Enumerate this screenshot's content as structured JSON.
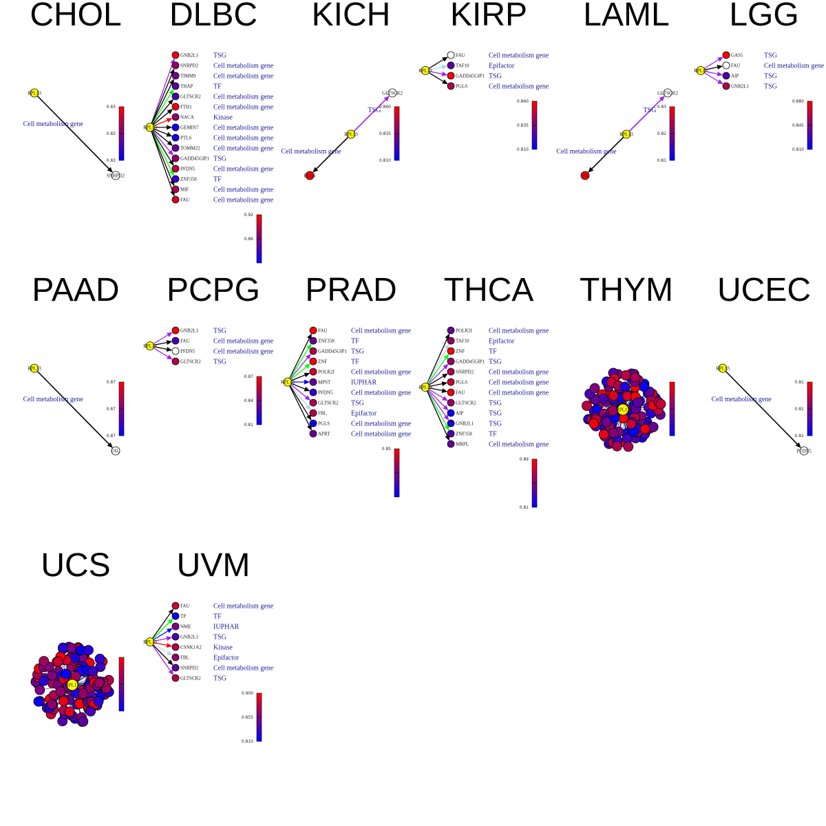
{
  "center_gene": "RPL13",
  "edge_colors": {
    "Cell metabolism gene": "#000000",
    "TSG": "#a020f0",
    "TF": "#00ff00",
    "Epifactor": "#add8e6",
    "Kinase": "#ff0000",
    "IUPHAR": "#0000ff"
  },
  "label_color": "#1a1a9a",
  "center_color": "#ffff00",
  "panels": [
    {
      "title": "CHOL",
      "ticks": [
        "0.83",
        "0.83",
        "0.83"
      ],
      "nodes": [
        {
          "label": "SNRPD2",
          "v": null,
          "type": "Cell metabolism gene"
        }
      ]
    },
    {
      "title": "DLBC",
      "ticks": [
        "0.92",
        "0.86",
        ""
      ],
      "nodes": [
        {
          "label": "GNB2L1",
          "v": 0.95,
          "type": "TSG"
        },
        {
          "label": "SNRPD2",
          "v": 0.6,
          "type": "Cell metabolism gene"
        },
        {
          "label": "TIMM9",
          "v": 0.45,
          "type": "Cell metabolism gene"
        },
        {
          "label": "THAP",
          "v": 0.35,
          "type": "TF"
        },
        {
          "label": "GLTSCR2",
          "v": 0.3,
          "type": "Cell metabolism gene"
        },
        {
          "label": "FTH1",
          "v": 0.95,
          "type": "Cell metabolism gene"
        },
        {
          "label": "NACA",
          "v": 0.6,
          "type": "Kinase"
        },
        {
          "label": "GEMIN7",
          "v": 0.05,
          "type": "Cell metabolism gene"
        },
        {
          "label": "PTLS",
          "v": 0.1,
          "type": "Cell metabolism gene"
        },
        {
          "label": "TOMM22",
          "v": 0.4,
          "type": "Cell metabolism gene"
        },
        {
          "label": "GADD45GIP1",
          "v": 0.6,
          "type": "TSG"
        },
        {
          "label": "PFDN5",
          "v": 0.75,
          "type": "Cell metabolism gene"
        },
        {
          "label": "ZNF358",
          "v": 0.2,
          "type": "TF"
        },
        {
          "label": "MIF",
          "v": 0.7,
          "type": "Cell metabolism gene"
        },
        {
          "label": "FAU",
          "v": 0.85,
          "type": "Cell metabolism gene"
        }
      ]
    },
    {
      "title": "KICH",
      "ticks": [
        "0.860",
        "0.835",
        "0.810"
      ],
      "nodes": [
        {
          "label": "GLTSCR2",
          "v": null,
          "type": "TSG"
        },
        {
          "label": "PGLS",
          "v": 1.0,
          "type": "Cell metabolism gene"
        }
      ]
    },
    {
      "title": "KIRP",
      "ticks": [
        "0.860",
        "0.835",
        "0.810"
      ],
      "nodes": [
        {
          "label": "FAU",
          "v": null,
          "type": "Cell metabolism gene"
        },
        {
          "label": "TAF10",
          "v": 0.35,
          "type": "Epifactor"
        },
        {
          "label": "GADD45GIP1",
          "v": 1.0,
          "type": "TSG"
        },
        {
          "label": "PGLS",
          "v": 0.7,
          "type": "Cell metabolism gene"
        }
      ]
    },
    {
      "title": "LAML",
      "ticks": [
        "0.83",
        "0.82",
        "0.81"
      ],
      "nodes": [
        {
          "label": "GLTSCR2",
          "v": null,
          "type": "TSG"
        },
        {
          "label": "FAU",
          "v": 1.0,
          "type": "Cell metabolism gene"
        }
      ]
    },
    {
      "title": "LGG",
      "ticks": [
        "0.880",
        "0.845",
        "0.810"
      ],
      "nodes": [
        {
          "label": "GAS5",
          "v": 1.0,
          "type": "TSG"
        },
        {
          "label": "FAU",
          "v": null,
          "type": "Cell metabolism gene"
        },
        {
          "label": "AIP",
          "v": 0.3,
          "type": "TSG"
        },
        {
          "label": "GNB2L1",
          "v": 0.7,
          "type": "TSG"
        }
      ]
    },
    {
      "title": "PAAD",
      "ticks": [
        "0.87",
        "0.87",
        "0.87"
      ],
      "nodes": [
        {
          "label": "FAU",
          "v": null,
          "type": "Cell metabolism gene"
        }
      ]
    },
    {
      "title": "PCPG",
      "ticks": [
        "0.87",
        "0.84",
        "0.81"
      ],
      "nodes": [
        {
          "label": "GNB2L1",
          "v": 1.0,
          "type": "TSG"
        },
        {
          "label": "FAU",
          "v": 0.3,
          "type": "Cell metabolism gene"
        },
        {
          "label": "PFDN5",
          "v": null,
          "type": "Cell metabolism gene"
        },
        {
          "label": "GLTSCR2",
          "v": 0.7,
          "type": "TSG"
        }
      ]
    },
    {
      "title": "PRAD",
      "ticks": [
        "0.85",
        "",
        ""
      ],
      "nodes": [
        {
          "label": "FAU",
          "v": 1.0,
          "type": "Cell metabolism gene"
        },
        {
          "label": "ZNF358",
          "v": 0.4,
          "type": "TF"
        },
        {
          "label": "GADD45GIP1",
          "v": 0.7,
          "type": "TSG"
        },
        {
          "label": "ZNF",
          "v": 0.95,
          "type": "TF"
        },
        {
          "label": "POLR2I",
          "v": 0.8,
          "type": "Cell metabolism gene"
        },
        {
          "label": "MPST",
          "v": 0.4,
          "type": "IUPHAR"
        },
        {
          "label": "PFDN5",
          "v": 0.2,
          "type": "Cell metabolism gene"
        },
        {
          "label": "GLTSCR2",
          "v": 0.7,
          "type": "TSG"
        },
        {
          "label": "FBL",
          "v": 0.7,
          "type": "Epifactor"
        },
        {
          "label": "PGLS",
          "v": 0.05,
          "type": "Cell metabolism gene"
        },
        {
          "label": "APRT",
          "v": 0.4,
          "type": "Cell metabolism gene"
        }
      ]
    },
    {
      "title": "THCA",
      "ticks": [
        "0.89",
        "",
        "0.81"
      ],
      "nodes": [
        {
          "label": "POLR2I",
          "v": 0.4,
          "type": "Cell metabolism gene"
        },
        {
          "label": "TAF10",
          "v": 0.6,
          "type": "Epifactor"
        },
        {
          "label": "ZNF",
          "v": 0.95,
          "type": "TF"
        },
        {
          "label": "GADD45GIP1",
          "v": 0.6,
          "type": "TSG"
        },
        {
          "label": "SNRPD2",
          "v": 0.7,
          "type": "Cell metabolism gene"
        },
        {
          "label": "PGLS",
          "v": 0.8,
          "type": "Cell metabolism gene"
        },
        {
          "label": "FAU",
          "v": 0.95,
          "type": "Cell metabolism gene"
        },
        {
          "label": "GLTSCR2",
          "v": 0.6,
          "type": "TSG"
        },
        {
          "label": "AIP",
          "v": 0.05,
          "type": "TSG"
        },
        {
          "label": "GNB2L1",
          "v": 0.1,
          "type": "TSG"
        },
        {
          "label": "ZNF358",
          "v": 0.3,
          "type": "TF"
        },
        {
          "label": "MRPL",
          "v": 0.4,
          "type": "Cell metabolism gene"
        }
      ]
    },
    {
      "title": "THYM",
      "ticks": [
        "",
        "",
        ""
      ],
      "dense": true,
      "nodes": []
    },
    {
      "title": "UCEC",
      "ticks": [
        "0.81",
        "0.81",
        "0.81"
      ],
      "nodes": [
        {
          "label": "PFDN5",
          "v": null,
          "type": "Cell metabolism gene"
        }
      ]
    },
    {
      "title": "UCS",
      "ticks": [
        "",
        "",
        ""
      ],
      "dense": true,
      "nodes": []
    },
    {
      "title": "UVM",
      "ticks": [
        "0.900",
        "0.855",
        "0.810"
      ],
      "nodes": [
        {
          "label": "FAU",
          "v": 0.8,
          "type": "Cell metabolism gene"
        },
        {
          "label": "TP",
          "v": 0.05,
          "type": "TF"
        },
        {
          "label": "NME",
          "v": 0.5,
          "type": "IUPHAR"
        },
        {
          "label": "GNB2L1",
          "v": 0.3,
          "type": "TSG"
        },
        {
          "label": "CSNK1A2",
          "v": 0.7,
          "type": "Kinase"
        },
        {
          "label": "FBL",
          "v": 0.6,
          "type": "Epifactor"
        },
        {
          "label": "SNRPD2",
          "v": 0.4,
          "type": "Cell metabolism gene"
        },
        {
          "label": "GLTSCR2",
          "v": 0.7,
          "type": "TSG"
        }
      ]
    }
  ]
}
